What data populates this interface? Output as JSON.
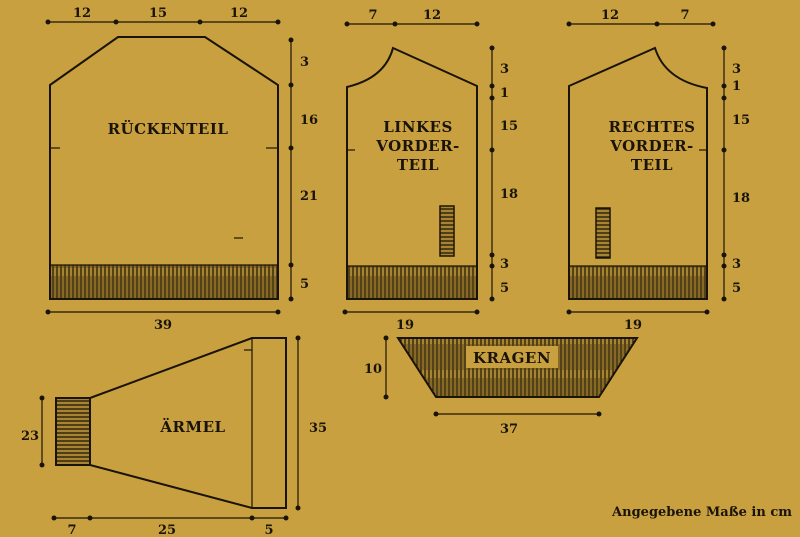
{
  "colors": {
    "background": "#c9a040",
    "ink": "#1a1408",
    "rib": "#a88430"
  },
  "pieces": {
    "back": {
      "title": "RÜCKENTEIL",
      "dims": {
        "top_left": "12",
        "top_mid": "15",
        "top_right": "12",
        "width": "39",
        "h1": "3",
        "h2": "16",
        "h3": "21",
        "h4": "5"
      }
    },
    "left_front": {
      "title_lines": [
        "LINKES",
        "VORDER-",
        "TEIL"
      ],
      "dims": {
        "top_a": "7",
        "top_b": "12",
        "width": "19",
        "h1": "3",
        "h2": "1",
        "h3": "15",
        "h4": "18",
        "h5": "3",
        "h6": "5"
      }
    },
    "right_front": {
      "title_lines": [
        "RECHTES",
        "VORDER-",
        "TEIL"
      ],
      "dims": {
        "top_a": "12",
        "top_b": "7",
        "width": "19",
        "h1": "3",
        "h2": "1",
        "h3": "15",
        "h4": "18",
        "h5": "3",
        "h6": "5"
      }
    },
    "sleeve": {
      "title": "ÄRMEL",
      "dims": {
        "left_h": "23",
        "right_h": "35",
        "b1": "7",
        "b2": "25",
        "b3": "5"
      }
    },
    "collar": {
      "title": "KRAGEN",
      "dims": {
        "height": "10",
        "width": "37"
      }
    }
  },
  "note": "Angegebene Maße in cm"
}
